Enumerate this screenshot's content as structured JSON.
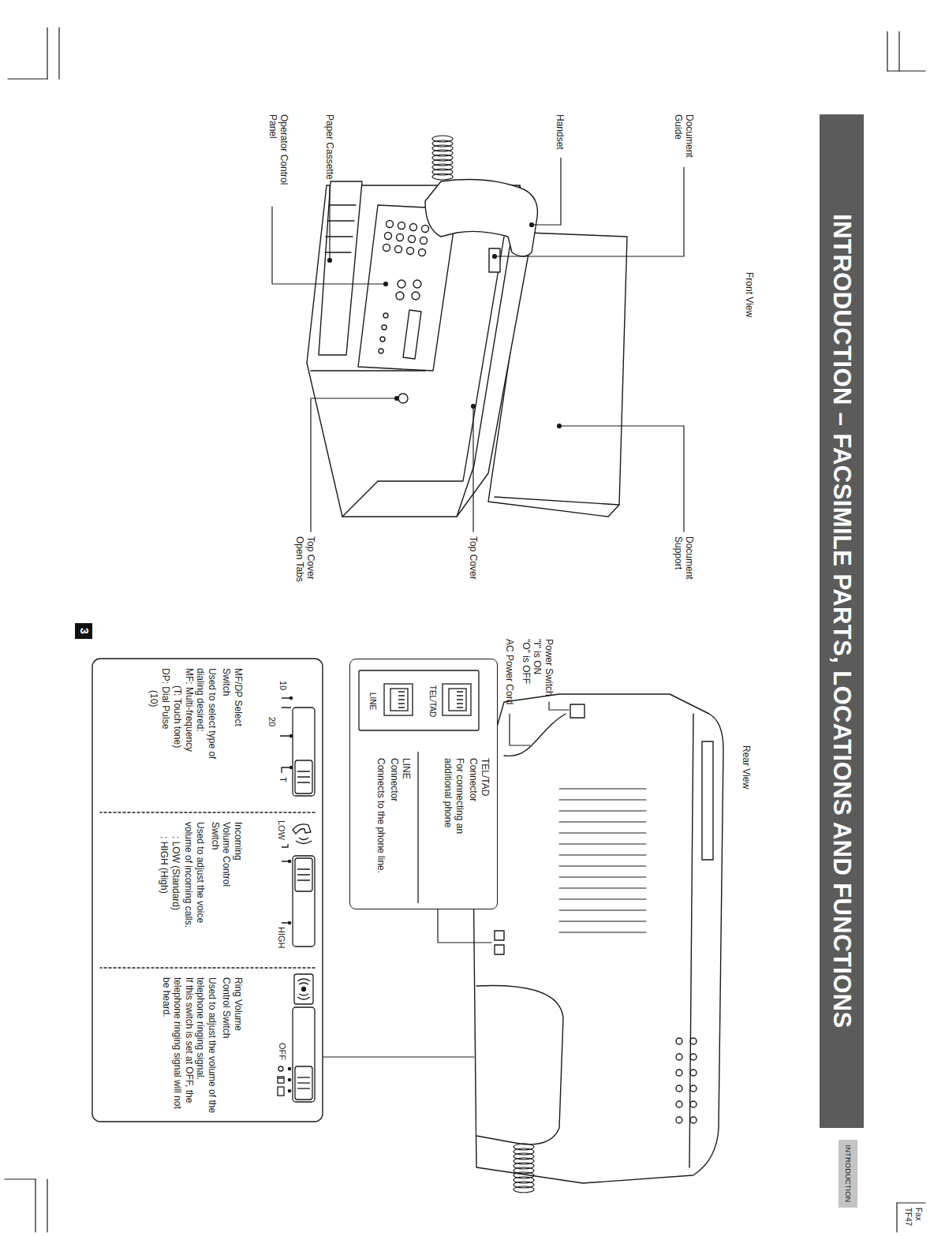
{
  "diagram": {
    "title": "INTRODUCTION – FACSIMILE PARTS, LOCATIONS AND FUNCTIONS",
    "nodes": [
      {
        "text": [
          "TEL/TAD",
          "LINE",
          "TEL/TAD Connector",
          "For connecting an additional phone",
          "LINE Connector",
          "Connects to the phone line."
        ]
      },
      {
        "text": [
          "10",
          "20",
          "T",
          "MF/DP Select Switch",
          "Used to select type of dialing desired:",
          "MF: Multi-frequency",
          "(T: Touch tone)",
          "DP: Dial Pulse",
          "(10)"
        ]
      },
      {
        "text": [
          "LOW",
          "HIGH",
          "Incoming Volume Control Switch",
          "Used to adjust the voice volume of incoming calls.",
          ": LOW (Standard)",
          ": HIGH (High)"
        ]
      },
      {
        "text": [
          "OFF",
          "Ring Volume Control Switch",
          "Used to adjust the volume of the telephone ringing signal.",
          "If this switch is set at OFF, the telephone ringing signal will not be heard."
        ]
      },
      {
        "text": [
          "3"
        ]
      },
      {
        "text": [
          "INTRODUCTION"
        ]
      }
    ],
    "labels": [
      "Front View",
      "Document Guide",
      "Handset",
      "Paper Cassette",
      "Operator Control Panel",
      "Document Support",
      "Top Cover",
      "Top Cover Open Tabs",
      "Rear View",
      "Power Switch",
      "\"I\" is ON",
      "\"O\" is OFF",
      "AC Power Cord",
      "Fax",
      "TF47"
    ]
  }
}
